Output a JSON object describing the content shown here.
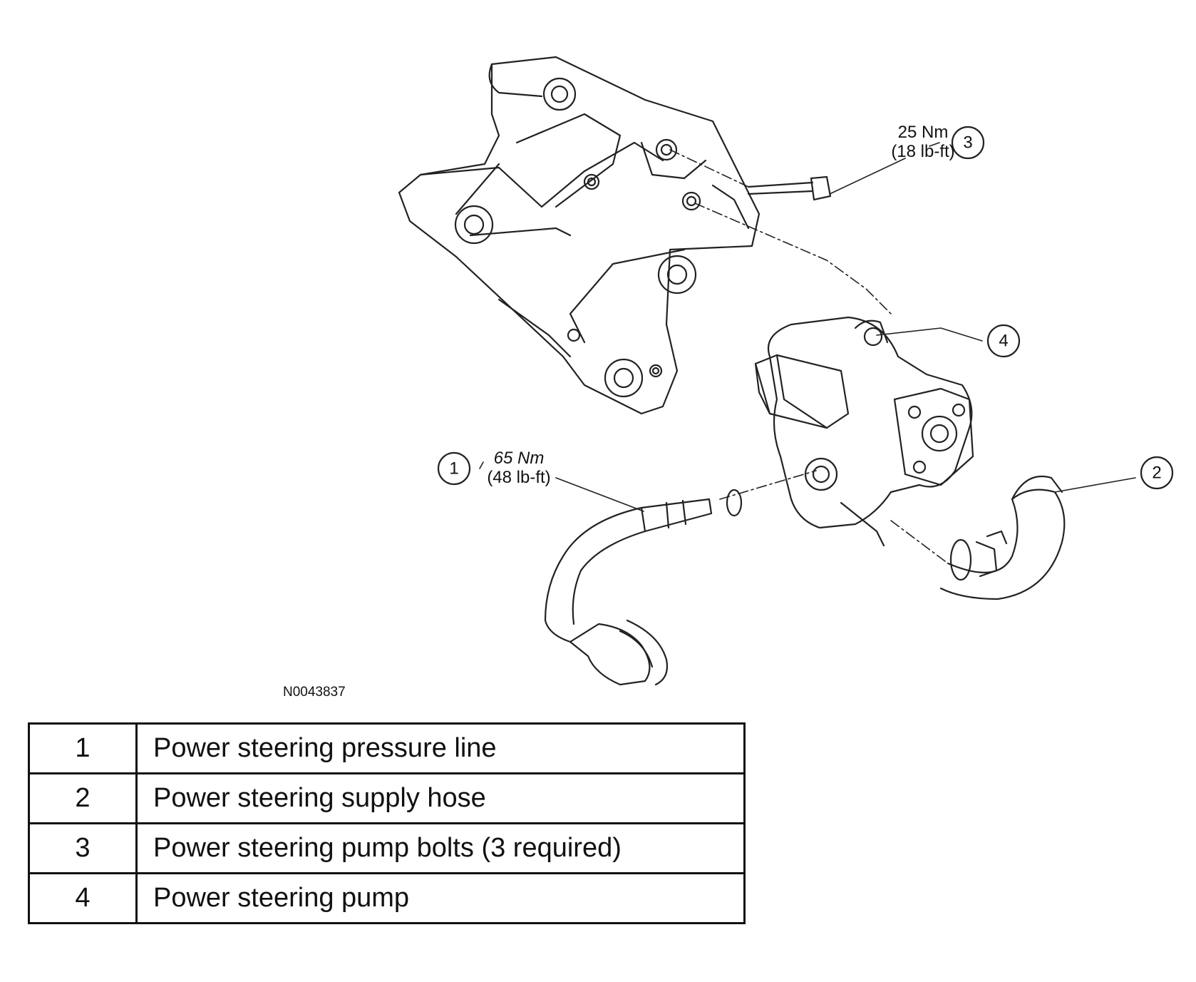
{
  "diagram": {
    "reference_code": "N0043837",
    "callouts": [
      {
        "number": "1",
        "torque_nm": "65 Nm",
        "torque_lbft": "(48 lb-ft)"
      },
      {
        "number": "2"
      },
      {
        "number": "3",
        "torque_nm": "25 Nm",
        "torque_lbft": "(18 lb-ft)"
      },
      {
        "number": "4"
      }
    ]
  },
  "legend": [
    {
      "number": "1",
      "description": "Power steering pressure line"
    },
    {
      "number": "2",
      "description": "Power steering supply hose"
    },
    {
      "number": "3",
      "description": "Power steering pump bolts (3 required)"
    },
    {
      "number": "4",
      "description": "Power steering pump"
    }
  ]
}
